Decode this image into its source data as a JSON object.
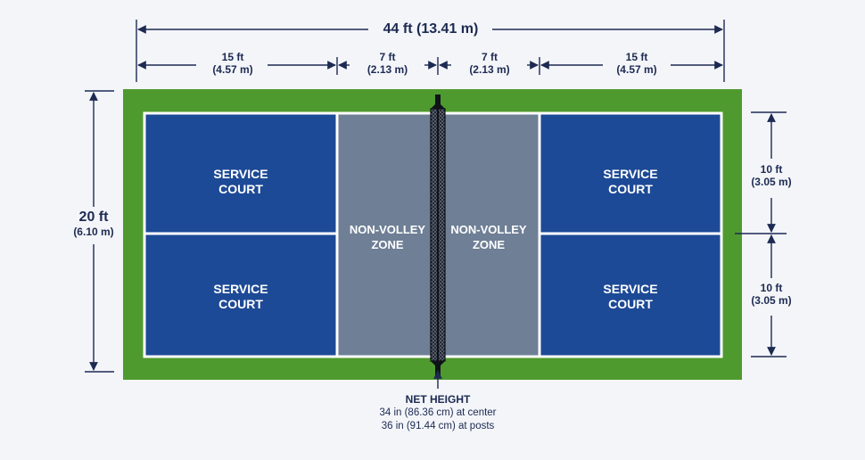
{
  "diagram": {
    "total_length": {
      "primary": "44 ft (13.41 m)"
    },
    "segments": [
      {
        "ft": "15 ft",
        "m": "(4.57 m)"
      },
      {
        "ft": "7 ft",
        "m": "(2.13 m)"
      },
      {
        "ft": "7 ft",
        "m": "(2.13 m)"
      },
      {
        "ft": "15 ft",
        "m": "(4.57 m)"
      }
    ],
    "width": {
      "ft": "20 ft",
      "m": "(6.10 m)"
    },
    "half_widths": [
      {
        "ft": "10 ft",
        "m": "(3.05 m)"
      },
      {
        "ft": "10 ft",
        "m": "(3.05 m)"
      }
    ],
    "zones": {
      "service_court": "SERVICE\nCOURT",
      "kitchen": "NON-VOLLEY\nZONE"
    },
    "net": {
      "title": "NET HEIGHT",
      "center": "34 in (86.36 cm) at center",
      "posts": "36 in (91.44 cm) at posts"
    },
    "colors": {
      "surround": "#4f9a2e",
      "service": "#1d4a96",
      "kitchen": "#6e7f96",
      "lines": "#ffffff",
      "dimension": "#1d2a52"
    }
  }
}
